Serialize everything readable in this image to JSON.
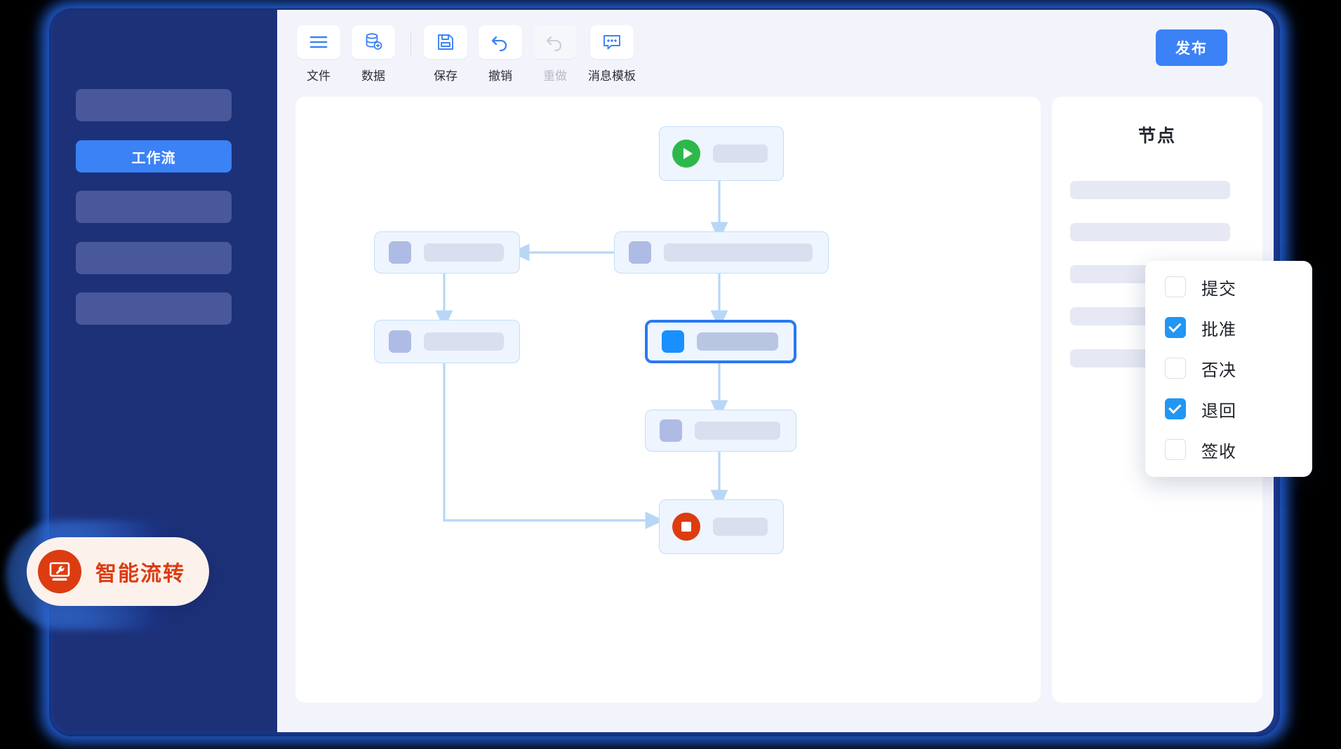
{
  "sidebar": {
    "items": [
      {
        "label": "",
        "active": false,
        "name": "sidebar-item-1"
      },
      {
        "label": "工作流",
        "active": true,
        "name": "sidebar-item-workflow"
      },
      {
        "label": "",
        "active": false,
        "name": "sidebar-item-3"
      },
      {
        "label": "",
        "active": false,
        "name": "sidebar-item-4"
      },
      {
        "label": "",
        "active": false,
        "name": "sidebar-item-5"
      }
    ]
  },
  "toolbar": {
    "buttons": [
      {
        "label": "文件",
        "icon": "menu-lines-icon",
        "disabled": false
      },
      {
        "label": "数据",
        "icon": "database-add-icon",
        "disabled": false
      },
      {
        "label": "保存",
        "icon": "save-disk-icon",
        "disabled": false
      },
      {
        "label": "撤销",
        "icon": "undo-arrow-icon",
        "disabled": false
      },
      {
        "label": "重做",
        "icon": "redo-arrow-icon",
        "disabled": true
      },
      {
        "label": "消息模板",
        "icon": "message-bubble-icon",
        "disabled": false
      }
    ],
    "publish_label": "发布"
  },
  "palette": {
    "title": "节点",
    "placeholder_count": 5
  },
  "flow": {
    "nodes": [
      {
        "name": "node-start",
        "type": "start",
        "icon": "play-circle-icon"
      },
      {
        "name": "node-task-main",
        "type": "task",
        "icon": "square-icon"
      },
      {
        "name": "node-task-left",
        "type": "task",
        "icon": "square-icon"
      },
      {
        "name": "node-task-left2",
        "type": "task",
        "icon": "square-icon"
      },
      {
        "name": "node-selected",
        "type": "selected",
        "icon": "square-icon"
      },
      {
        "name": "node-task-mid",
        "type": "task",
        "icon": "square-icon"
      },
      {
        "name": "node-end",
        "type": "end",
        "icon": "stop-circle-icon"
      }
    ]
  },
  "popup": {
    "options": [
      {
        "label": "提交",
        "checked": false
      },
      {
        "label": "批准",
        "checked": true
      },
      {
        "label": "否决",
        "checked": false
      },
      {
        "label": "退回",
        "checked": true
      },
      {
        "label": "签收",
        "checked": false
      }
    ]
  },
  "badge": {
    "label": "智能流转",
    "icon": "monitor-wrench-icon"
  },
  "colors": {
    "accent_blue": "#3b82f6",
    "sidebar_navy": "#1d3178",
    "start_green": "#2eb84c",
    "end_red": "#dd3c11",
    "selected_border": "#2979f0",
    "checkbox_blue": "#2196f3"
  }
}
